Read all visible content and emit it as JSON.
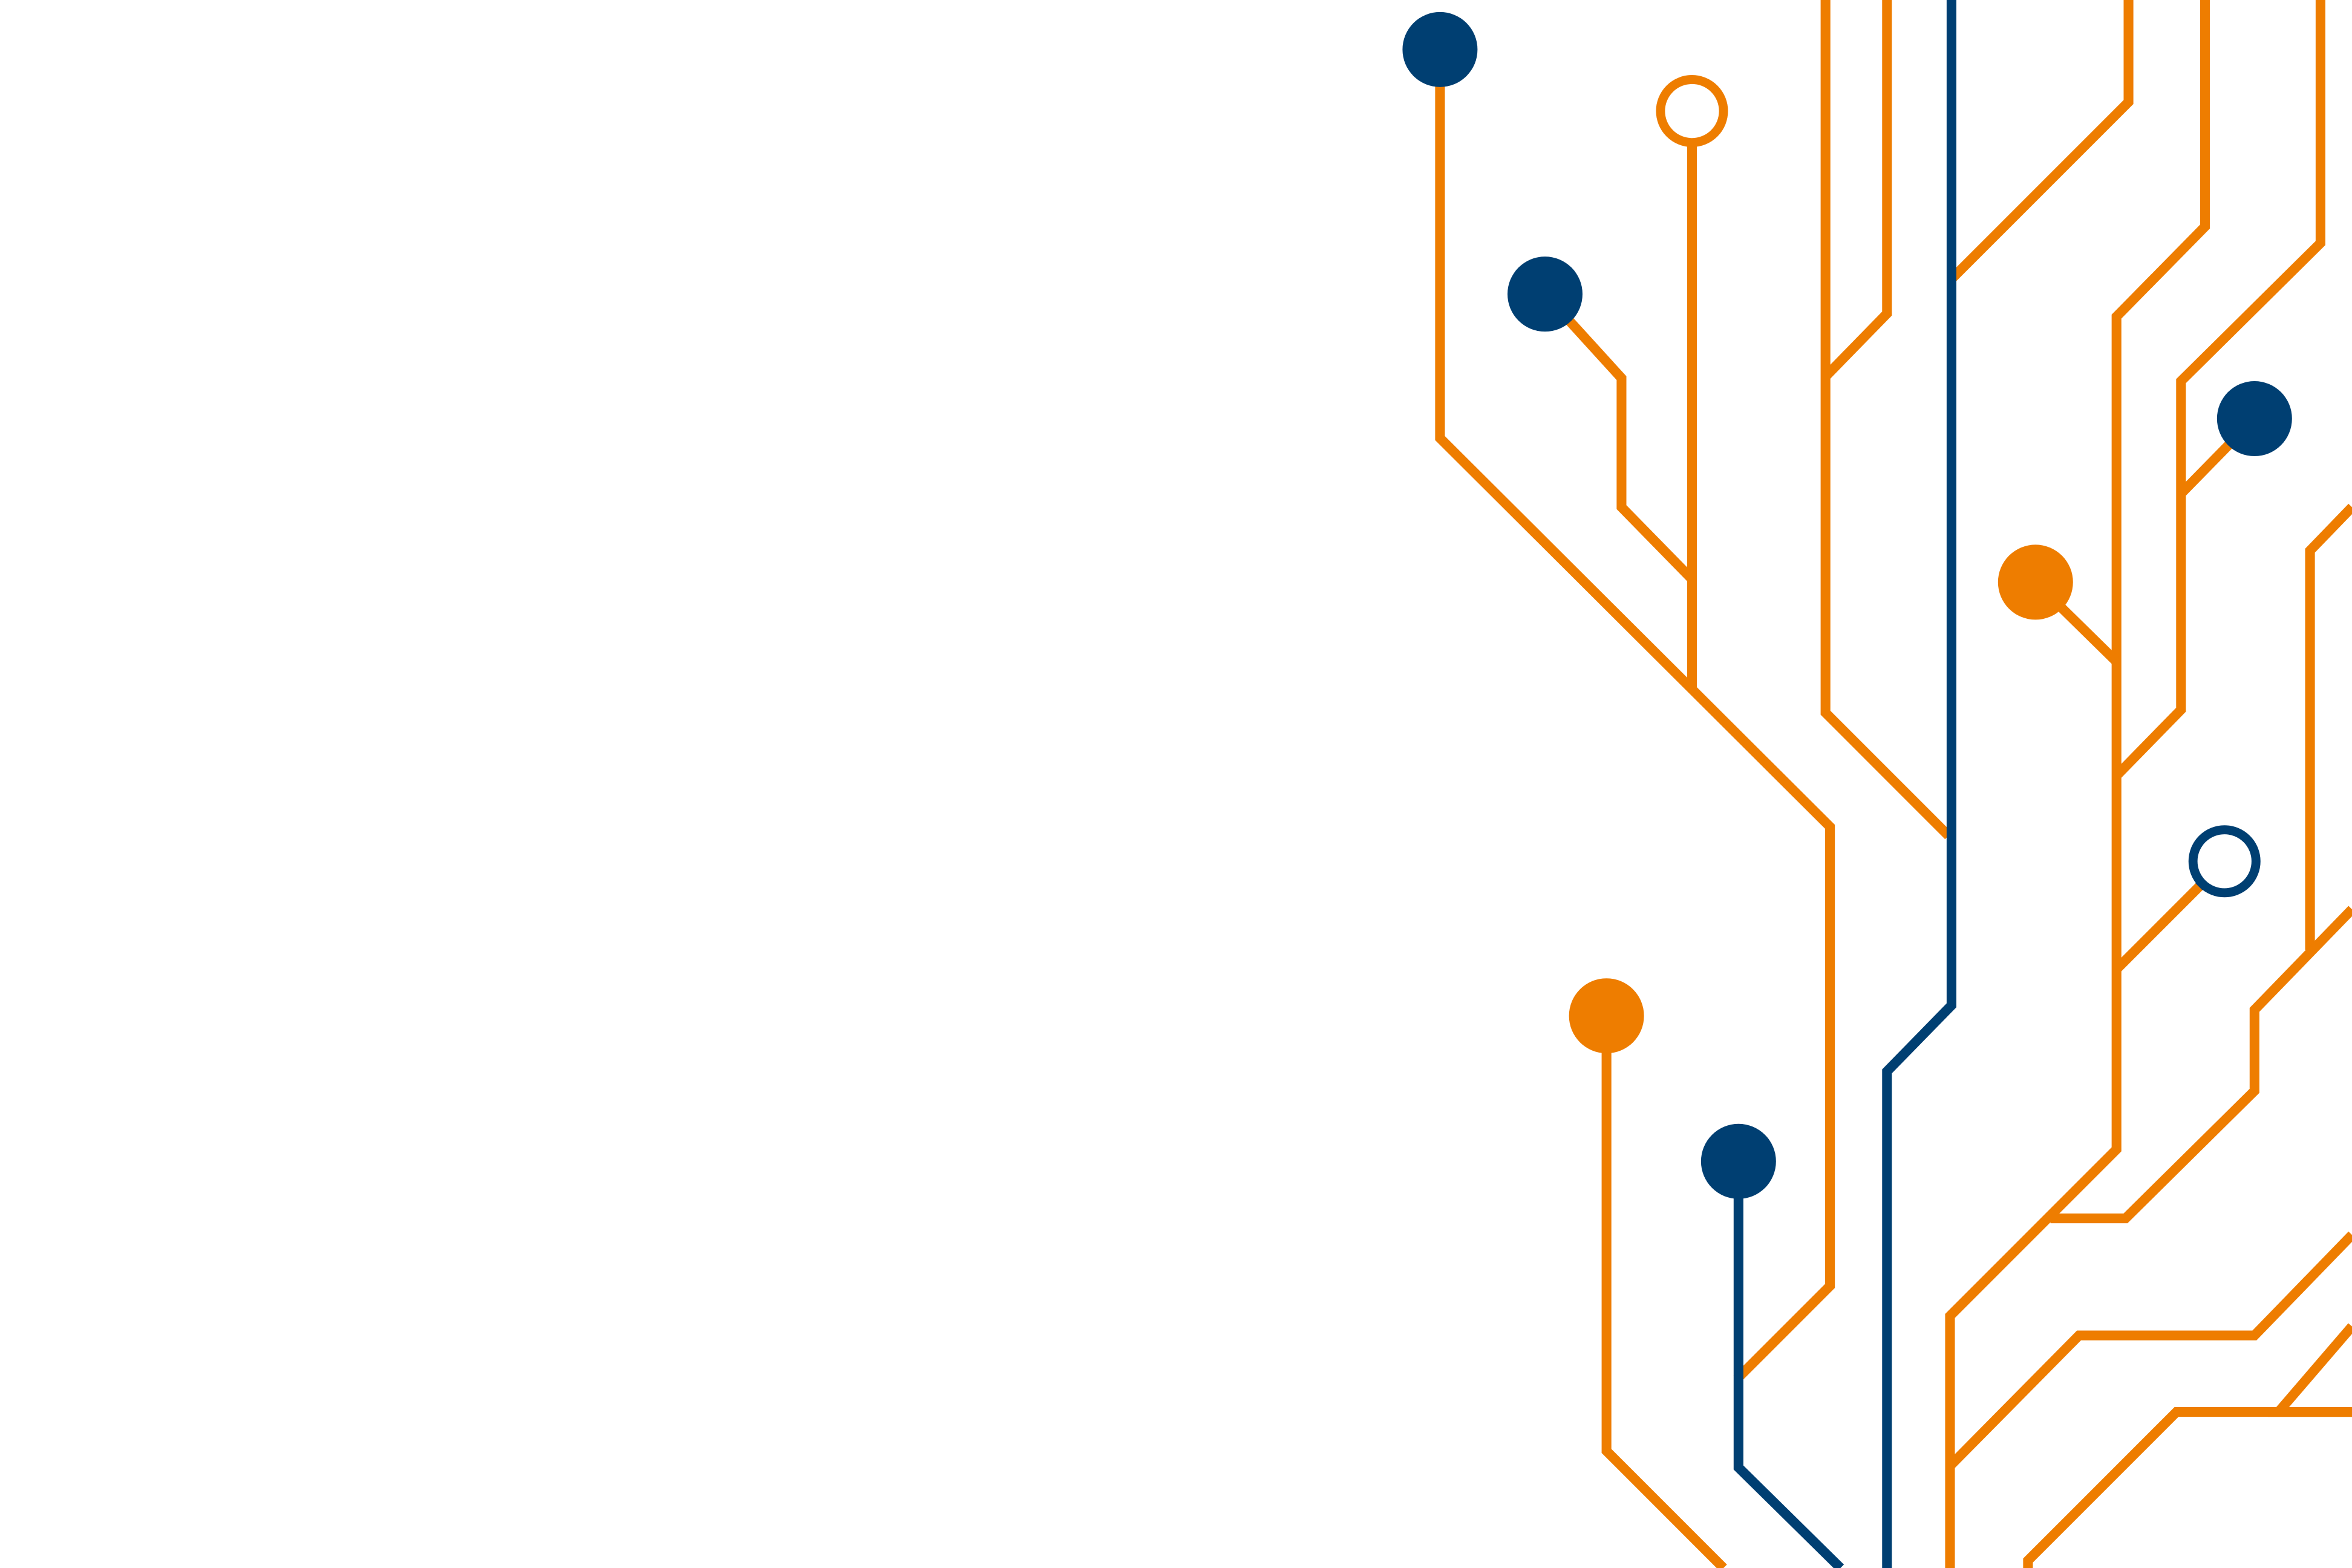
{
  "scene": {
    "description_label": "",
    "background_color": "#ffffff",
    "colors": {
      "orange": "#ee7d00",
      "navy": "#003f72"
    }
  },
  "graphic": {
    "name": "circuit-board-traces",
    "trace_colors": [
      "orange",
      "navy"
    ],
    "node_styles": [
      "filled",
      "hollow"
    ]
  }
}
